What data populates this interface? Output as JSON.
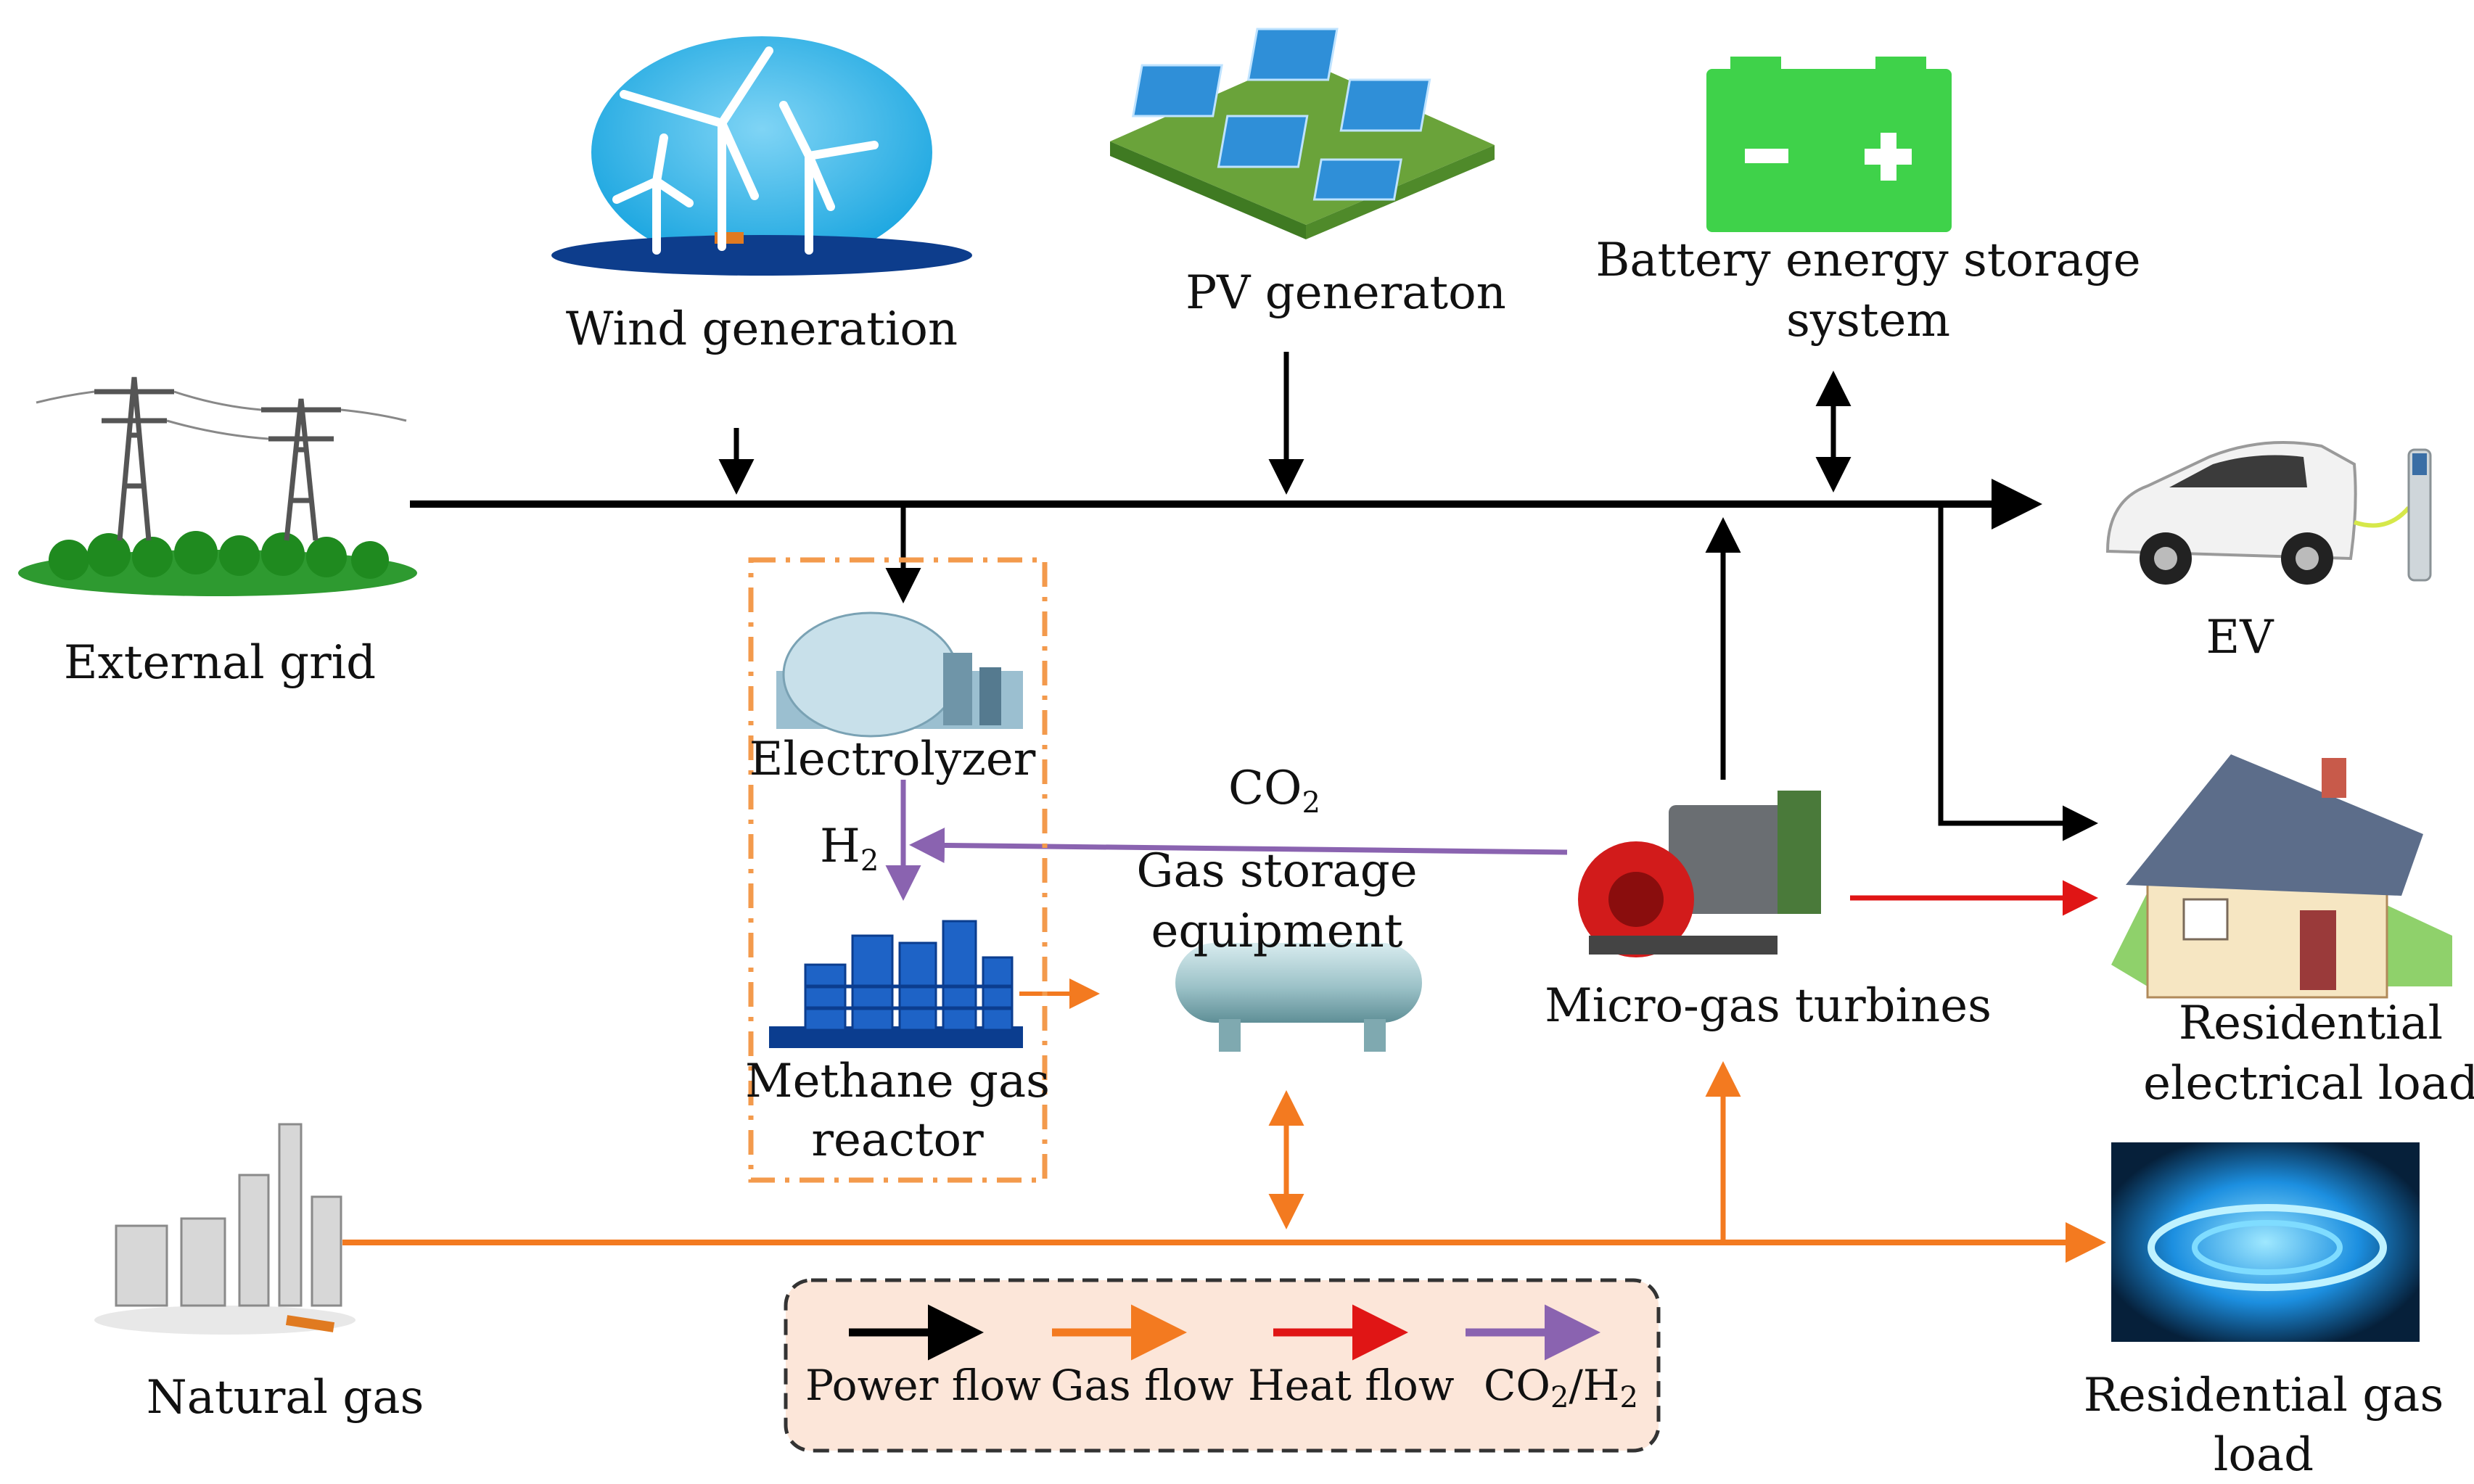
{
  "labels": {
    "wind": "Wind generation",
    "pv": "PV generaton",
    "battery_1": "Battery energy storage",
    "battery_2": "system",
    "grid": "External grid",
    "ev": "EV",
    "electrolyzer": "Electrolyzer",
    "h2_main": "H",
    "h2_sub": "2",
    "co2_main": "CO",
    "co2_sub": "2",
    "gas_storage_1": "Gas storage",
    "gas_storage_2": "equipment",
    "turbines": "Micro-gas turbines",
    "res_elec_1": "Residential",
    "res_elec_2": "electrical load",
    "methane_1": "Methane gas",
    "methane_2": "reactor",
    "natural_gas": "Natural gas",
    "res_gas_1": "Residential gas",
    "res_gas_2": "load"
  },
  "legend": {
    "power": "Power flow",
    "gas": "Gas flow",
    "heat": "Heat flow",
    "co2_main": "CO",
    "co2_sub": "2",
    "slash": "/H",
    "h2_sub": "2"
  },
  "colors": {
    "power": "#000000",
    "gas": "#F37A20",
    "heat": "#E01515",
    "co2h2": "#8A63B0",
    "dashed_box": "#F39A4C",
    "legend_bg": "#FCE6D9"
  },
  "icons": {
    "wind": "wind-turbines-icon",
    "pv": "solar-panels-icon",
    "battery": "battery-icon",
    "grid": "transmission-tower-icon",
    "ev": "electric-car-icon",
    "electrolyzer": "electrolyzer-dome-icon",
    "methane": "methane-reactor-icon",
    "gas_storage": "gas-tank-icon",
    "turbine": "generator-icon",
    "house": "house-icon",
    "natural_gas": "gas-plant-icon",
    "gas_flame": "gas-flame-icon"
  }
}
